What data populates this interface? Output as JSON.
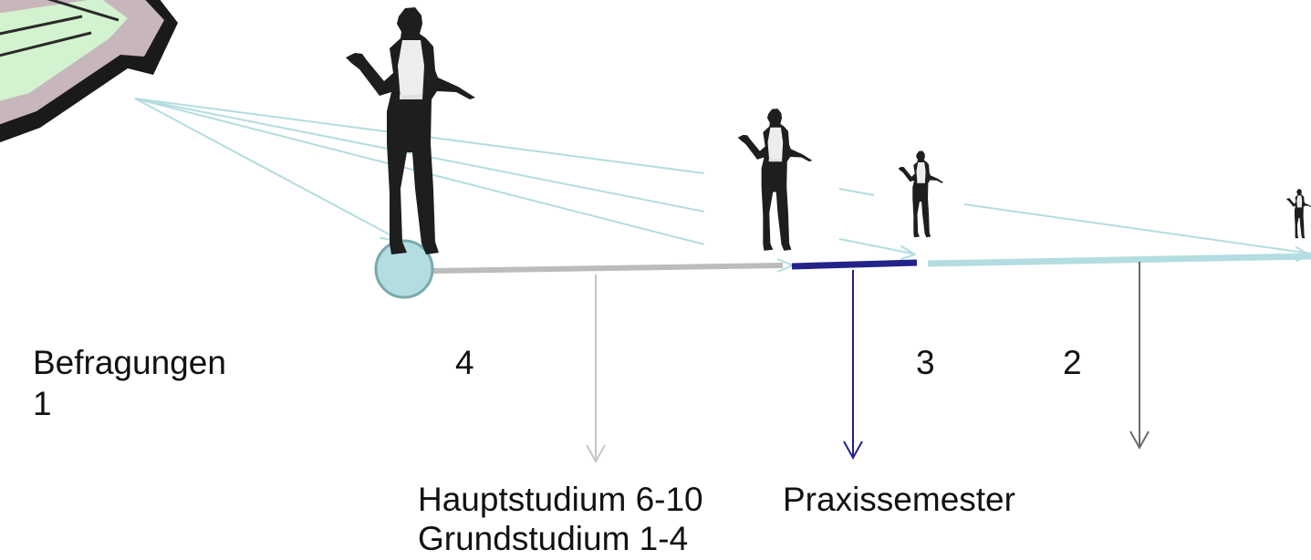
{
  "colors": {
    "light_teal": "#b3dde0",
    "grey_line": "#bcbcbc",
    "dark_navy": "#22228a",
    "dark_grey_arrow": "#6b6b6b",
    "figure": "#1e1e1e",
    "shirt": "#ededed",
    "screen_green": "#d3f2cf",
    "screen_frame": "#c7b7bd"
  },
  "icons": {
    "clipboard": "tablet-clipboard-icon",
    "person": "standing-woman-figure",
    "start_marker": "circle-start-icon"
  },
  "labels": {
    "befragungen_line1": "Befragungen",
    "befragungen_line2": "1",
    "num_4": "4",
    "num_3": "3",
    "num_2": "2",
    "hauptstudium": "Hauptstudium 6-10",
    "grundstudium": "Grundstudium 1-4",
    "praxissemester": "Praxissemester"
  }
}
